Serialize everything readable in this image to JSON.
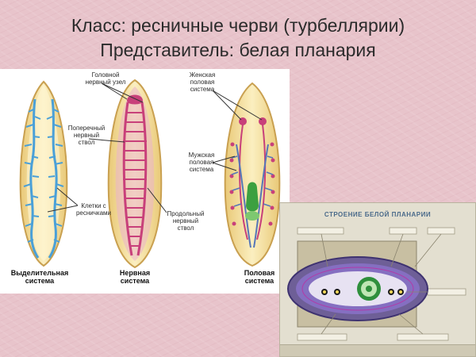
{
  "slide": {
    "title_line1": "Класс: ресничные черви (турбеллярии)",
    "title_line2": "Представитель: белая планария"
  },
  "left_figure": {
    "labels": {
      "head_ganglion": [
        "Головной",
        "нервный узел"
      ],
      "transverse_trunk": [
        "Поперечный",
        "нервный",
        "ствол"
      ],
      "cilia_cells": [
        "Клетки с",
        "ресничками"
      ],
      "longitudinal_trunk": [
        "Продольный",
        "нервный",
        "ствол"
      ],
      "female_system": [
        "Женская",
        "половая",
        "система"
      ],
      "male_system": [
        "Мужская",
        "половая",
        "система"
      ]
    },
    "captions": {
      "excretory": [
        "Выделительная",
        "система"
      ],
      "nervous": [
        "Нервная",
        "система"
      ],
      "reproductive": [
        "Половая",
        "система"
      ]
    }
  },
  "right_figure": {
    "title": "СТРОЕНИЕ БЕЛОЙ ПЛАНАРИИ"
  },
  "colors": {
    "background": "#e8c4cb",
    "body_fill": "#f5e2a0",
    "body_outline": "#c9a050",
    "excretory": "#4aa0d8",
    "nerve": "#c8407a",
    "male_duct": "#5577b8",
    "pharynx": "#3ca040"
  }
}
